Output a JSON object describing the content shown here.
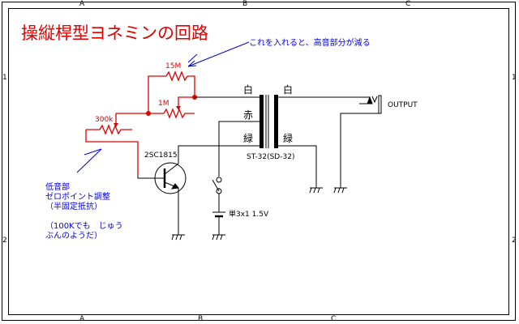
{
  "zone_labels": {
    "top": [
      "A",
      "B",
      "C"
    ],
    "bottom": [
      "A",
      "B",
      "C"
    ],
    "left": [
      "1",
      "2"
    ],
    "right": [
      "1",
      "2"
    ]
  },
  "title": "操縦桿型ヨネミンの回路",
  "annotations": {
    "high_cut_note": "これを入れると、高音部分が減る",
    "bass_note": "低音部\nゼロポイント調整\n（半固定抵抗）\n\n（100Kでも　じゅう\nぶんのようだ）"
  },
  "components": {
    "r_15m": "15M",
    "r_1m": "1M",
    "vr_300k": "300k",
    "transistor": "2SC1815",
    "transformer": "ST-32(SD-32)",
    "battery": "単3x1 1.5V",
    "output": "OUTPUT"
  },
  "transformer_leads": {
    "primary_top": "白",
    "primary_mid": "赤",
    "primary_bottom": "緑",
    "secondary_top": "白",
    "secondary_bottom": "緑"
  },
  "colors": {
    "title": "#e00000",
    "annotation": "#0000e0",
    "resistor_network": "#e00000",
    "wiring": "#000000"
  }
}
